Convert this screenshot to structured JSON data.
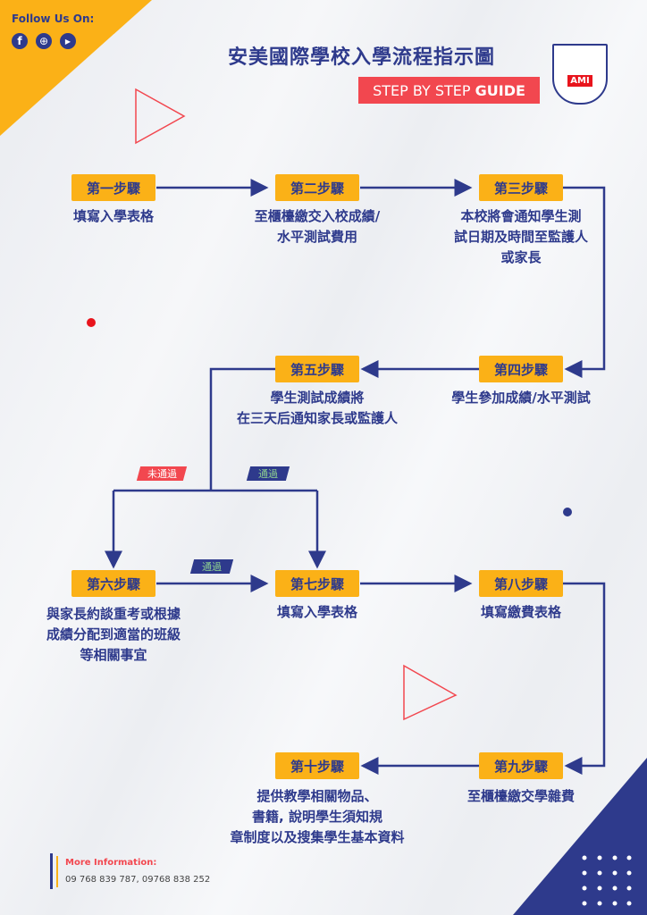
{
  "social": {
    "label": "Follow Us On:",
    "icons": [
      "facebook-icon",
      "globe-icon",
      "youtube-icon"
    ]
  },
  "header": {
    "title": "安美國際學校入學流程指示圖",
    "guide_prefix": "STEP BY STEP ",
    "guide_bold": "GUIDE",
    "logo_text": "AMI"
  },
  "steps": [
    {
      "label": "第一步驟",
      "lines": [
        "填寫入學表格"
      ]
    },
    {
      "label": "第二步驟",
      "lines": [
        "至櫃檯繳交入校成績/",
        "水平測試費用"
      ]
    },
    {
      "label": "第三步驟",
      "lines": [
        "本校將會通知學生測",
        "試日期及時間至監護人",
        "或家長"
      ]
    },
    {
      "label": "第四步驟",
      "lines": [
        "學生參加成績/水平測試"
      ]
    },
    {
      "label": "第五步驟",
      "lines": [
        "學生測試成績將",
        "在三天后通知家長或監護人"
      ]
    },
    {
      "label": "第六步驟",
      "lines": [
        "與家長約談重考或根據",
        "成績分配到適當的班級",
        "等相關事宜"
      ]
    },
    {
      "label": "第七步驟",
      "lines": [
        "填寫入學表格"
      ]
    },
    {
      "label": "第八步驟",
      "lines": [
        "填寫繳費表格"
      ]
    },
    {
      "label": "第九步驟",
      "lines": [
        "至櫃檯繳交學雜費"
      ]
    },
    {
      "label": "第十步驟",
      "lines": [
        "提供教學相關物品、",
        "書籍, 說明學生須知規",
        "章制度以及搜集學生基本資料"
      ]
    }
  ],
  "tags": {
    "fail": "未通過",
    "pass": "通過",
    "pass2": "通過"
  },
  "footer": {
    "label": "More Information:",
    "phones": "09 768 839 787, 09768 838 252"
  },
  "colors": {
    "navy": "#2e3a8c",
    "orange": "#fbb117",
    "red": "#f2474f"
  }
}
